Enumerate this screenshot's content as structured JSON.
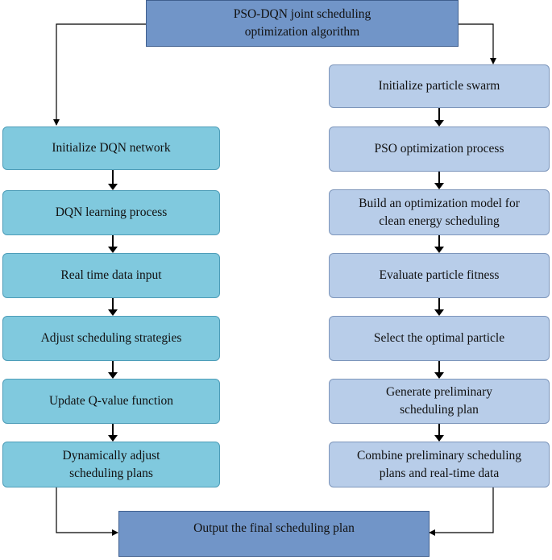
{
  "title_box": "PSO-DQN joint scheduling\noptimization algorithm",
  "left_steps": [
    "Initialize DQN network",
    "DQN learning process",
    "Real time data input",
    "Adjust scheduling strategies",
    "Update Q-value function",
    "Dynamically adjust\nscheduling plans"
  ],
  "right_steps": [
    "Initialize particle swarm",
    "PSO optimization process",
    "Build an optimization model for\nclean energy scheduling",
    "Evaluate particle fitness",
    "Select the optimal particle",
    "Generate preliminary\nscheduling plan",
    "Combine preliminary scheduling\nplans and real-time data"
  ],
  "output_box": "Output the final scheduling plan",
  "colors": {
    "top_box": "#7195c8",
    "left_boxes": "#80c9de",
    "right_boxes": "#b8cde9",
    "bottom_box": "#7195c8",
    "connector": "#000000"
  }
}
